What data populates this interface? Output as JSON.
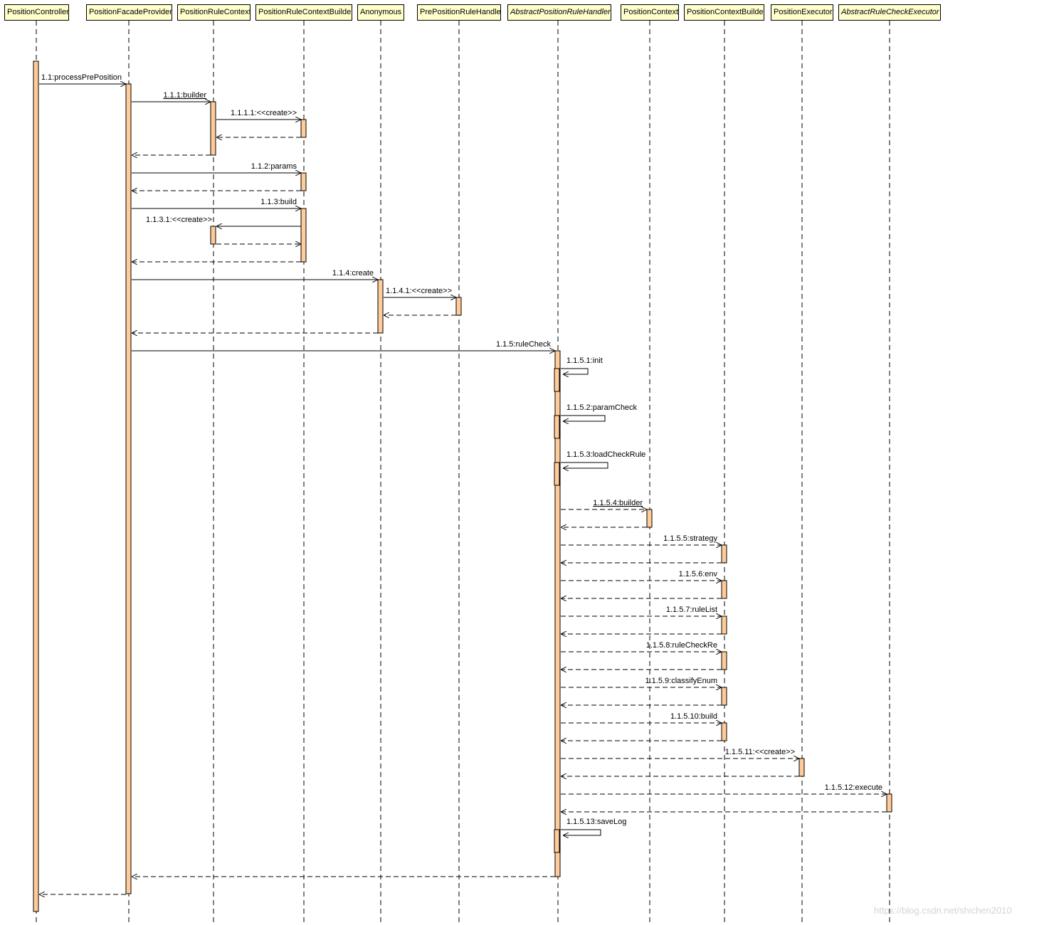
{
  "diagram": {
    "type": "sequence",
    "participants": [
      {
        "id": "pc",
        "name": "PositionController",
        "abstract": false
      },
      {
        "id": "pfp",
        "name": "PositionFacadeProvider",
        "abstract": false
      },
      {
        "id": "prc",
        "name": "PositionRuleContext",
        "abstract": false
      },
      {
        "id": "prcb",
        "name": "PositionRuleContextBuilder",
        "abstract": false
      },
      {
        "id": "anon",
        "name": "Anonymous",
        "abstract": false
      },
      {
        "id": "pprh",
        "name": "PrePositionRuleHandler",
        "abstract": false
      },
      {
        "id": "aprh",
        "name": "AbstractPositionRuleHandler",
        "abstract": true
      },
      {
        "id": "pctx",
        "name": "PositionContext",
        "abstract": false
      },
      {
        "id": "pcb",
        "name": "PositionContextBuilder",
        "abstract": false
      },
      {
        "id": "pe",
        "name": "PositionExecutor",
        "abstract": false
      },
      {
        "id": "arce",
        "name": "AbstractRuleCheckExecutor",
        "abstract": true
      }
    ],
    "messages": [
      {
        "label": "1.1:processPrePosition",
        "from": "pc",
        "to": "pfp",
        "kind": "sync"
      },
      {
        "label": "1.1.1:builder",
        "from": "pfp",
        "to": "prc",
        "kind": "sync",
        "underline": true
      },
      {
        "label": "1.1.1.1:<<create>>",
        "from": "prc",
        "to": "prcb",
        "kind": "sync"
      },
      {
        "label": "",
        "from": "prcb",
        "to": "prc",
        "kind": "return"
      },
      {
        "label": "",
        "from": "prc",
        "to": "pfp",
        "kind": "return"
      },
      {
        "label": "1.1.2:params",
        "from": "pfp",
        "to": "prcb",
        "kind": "sync"
      },
      {
        "label": "",
        "from": "prcb",
        "to": "pfp",
        "kind": "return"
      },
      {
        "label": "1.1.3:build",
        "from": "pfp",
        "to": "prcb",
        "kind": "sync"
      },
      {
        "label": "1.1.3.1:<<create>>",
        "from": "prcb",
        "to": "prc",
        "kind": "sync"
      },
      {
        "label": "",
        "from": "prc",
        "to": "prcb",
        "kind": "return"
      },
      {
        "label": "",
        "from": "prcb",
        "to": "pfp",
        "kind": "return"
      },
      {
        "label": "1.1.4:create",
        "from": "pfp",
        "to": "anon",
        "kind": "sync"
      },
      {
        "label": "1.1.4.1:<<create>>",
        "from": "anon",
        "to": "pprh",
        "kind": "sync"
      },
      {
        "label": "",
        "from": "pprh",
        "to": "anon",
        "kind": "return"
      },
      {
        "label": "",
        "from": "anon",
        "to": "pfp",
        "kind": "return"
      },
      {
        "label": "1.1.5:ruleCheck",
        "from": "pfp",
        "to": "aprh",
        "kind": "sync"
      },
      {
        "label": "1.1.5.1:init",
        "from": "aprh",
        "to": "aprh",
        "kind": "self"
      },
      {
        "label": "1.1.5.2:paramCheck",
        "from": "aprh",
        "to": "aprh",
        "kind": "self"
      },
      {
        "label": "1.1.5.3:loadCheckRule",
        "from": "aprh",
        "to": "aprh",
        "kind": "self"
      },
      {
        "label": "1.1.5.4:builder",
        "from": "aprh",
        "to": "pctx",
        "kind": "async",
        "underline": true
      },
      {
        "label": "",
        "from": "pctx",
        "to": "aprh",
        "kind": "return"
      },
      {
        "label": "1.1.5.5:strategy",
        "from": "aprh",
        "to": "pcb",
        "kind": "async"
      },
      {
        "label": "",
        "from": "pcb",
        "to": "aprh",
        "kind": "return"
      },
      {
        "label": "1.1.5.6:env",
        "from": "aprh",
        "to": "pcb",
        "kind": "async"
      },
      {
        "label": "",
        "from": "pcb",
        "to": "aprh",
        "kind": "return"
      },
      {
        "label": "1.1.5.7:ruleList",
        "from": "aprh",
        "to": "pcb",
        "kind": "async"
      },
      {
        "label": "",
        "from": "pcb",
        "to": "aprh",
        "kind": "return"
      },
      {
        "label": "1.1.5.8:ruleCheckRe",
        "from": "aprh",
        "to": "pcb",
        "kind": "async"
      },
      {
        "label": "",
        "from": "pcb",
        "to": "aprh",
        "kind": "return"
      },
      {
        "label": "1.1.5.9:classifyEnum",
        "from": "aprh",
        "to": "pcb",
        "kind": "async"
      },
      {
        "label": "",
        "from": "pcb",
        "to": "aprh",
        "kind": "return"
      },
      {
        "label": "1.1.5.10:build",
        "from": "aprh",
        "to": "pcb",
        "kind": "async"
      },
      {
        "label": "",
        "from": "pcb",
        "to": "aprh",
        "kind": "return"
      },
      {
        "label": "1.1.5.11:<<create>>",
        "from": "aprh",
        "to": "pe",
        "kind": "async"
      },
      {
        "label": "",
        "from": "pe",
        "to": "aprh",
        "kind": "return"
      },
      {
        "label": "1.1.5.12:execute",
        "from": "aprh",
        "to": "arce",
        "kind": "async"
      },
      {
        "label": "",
        "from": "arce",
        "to": "aprh",
        "kind": "return"
      },
      {
        "label": "1.1.5.13:saveLog",
        "from": "aprh",
        "to": "aprh",
        "kind": "self"
      },
      {
        "label": "",
        "from": "aprh",
        "to": "pfp",
        "kind": "return"
      },
      {
        "label": "",
        "from": "pfp",
        "to": "pc",
        "kind": "return"
      }
    ],
    "colors": {
      "activation": "#ffcc99",
      "header_fill": "#ffffcc",
      "line": "#000000"
    }
  },
  "watermark": "https://blog.csdn.net/shichen2010"
}
